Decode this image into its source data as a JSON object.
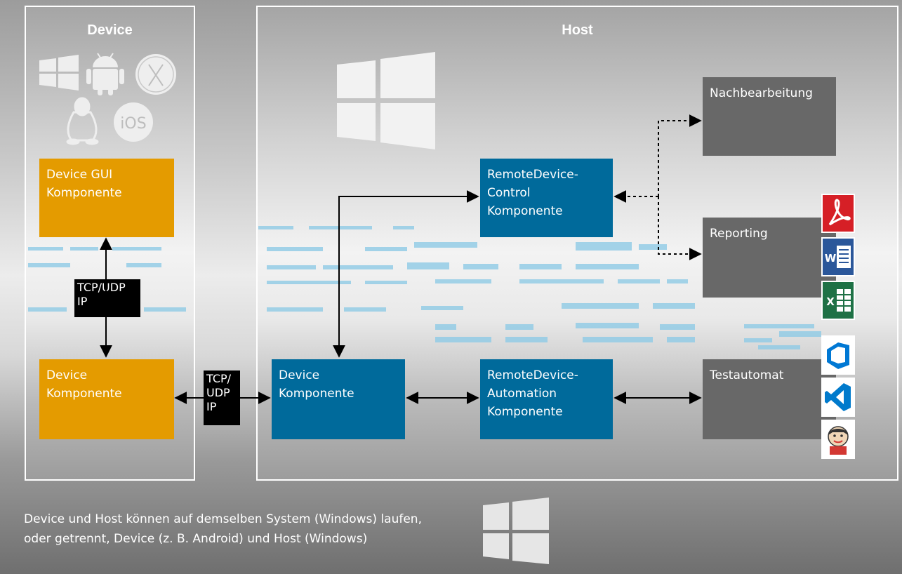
{
  "panels": {
    "device_title": "Device",
    "host_title": "Host"
  },
  "device_panel": {
    "gui_component": [
      "Device GUI",
      "Komponente"
    ],
    "device_component": [
      "Device",
      "Komponente"
    ],
    "protocol_label": [
      "TCP/UDP",
      "IP"
    ]
  },
  "connection": {
    "protocol_label": [
      "TCP/",
      "UDP",
      "IP"
    ]
  },
  "host_panel": {
    "device_component": [
      "Device",
      "Komponente"
    ],
    "rdc_component": [
      "RemoteDevice-",
      "Control",
      "Komponente"
    ],
    "rda_component": [
      "RemoteDevice-",
      "Automation",
      "Komponente"
    ],
    "postprocessing": "Nachbearbeitung",
    "reporting": "Reporting",
    "testautomat": "Testautomat"
  },
  "os_icons": [
    "windows-icon",
    "android-icon",
    "macos-x-icon",
    "linux-tux-icon",
    "ios-icon"
  ],
  "app_icons": [
    "acrobat-pdf-icon",
    "word-icon",
    "excel-icon",
    "azure-devops-icon",
    "visual-studio-icon",
    "jenkins-icon"
  ],
  "footer": {
    "line1": "Device und Host können auf demselben System (Windows) laufen,",
    "line2": "oder getrennt, Device (z. B. Android) und Host (Windows)"
  },
  "colors": {
    "orange": "#e49b00",
    "blue": "#006a9b",
    "gray_box": "#686868"
  }
}
